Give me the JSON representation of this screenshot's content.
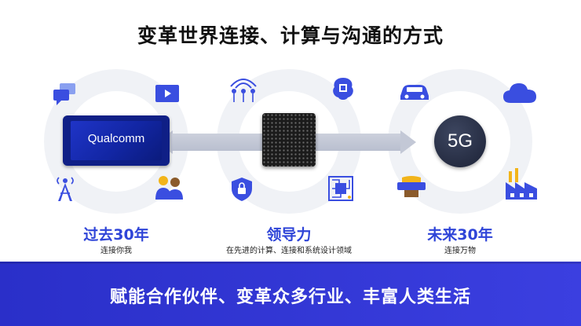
{
  "title": "变革世界连接、计算与沟通的方式",
  "phone": {
    "brand": "Qualcomm"
  },
  "badge": {
    "text": "5G"
  },
  "sections": [
    {
      "heading": "过去30年",
      "caption": "连接你我"
    },
    {
      "heading": "领导力",
      "caption": "在先进的计算、连接和系统设计领域"
    },
    {
      "heading": "未来30年",
      "caption": "连接万物"
    }
  ],
  "footer": {
    "text": "赋能合作伙伴、变革众多行业、丰富人类生活"
  },
  "colors": {
    "accent": "#2f45d8",
    "icon": "#3a4ee0",
    "footer": "#3238d6"
  },
  "icons": [
    "chat-icon",
    "video-icon",
    "antenna-icon",
    "people-icon",
    "wireless-nodes-icon",
    "ai-brain-icon",
    "security-lock-icon",
    "circuit-icon",
    "car-icon",
    "cloud-icon",
    "vr-headset-icon",
    "factory-icon"
  ]
}
